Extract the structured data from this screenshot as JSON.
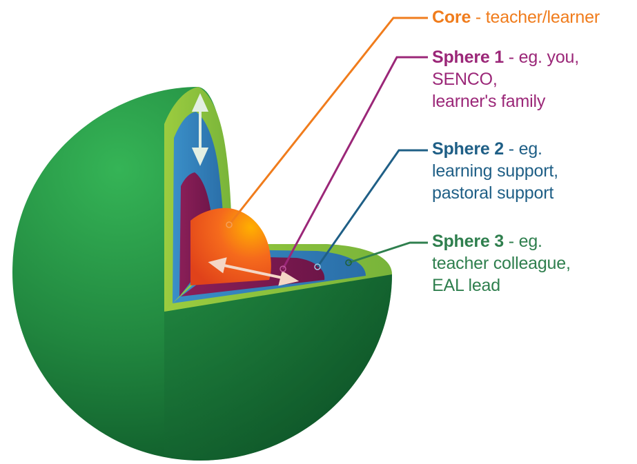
{
  "labels": {
    "core": {
      "head": "Core",
      "rest": " - teacher/learner"
    },
    "sphere1": {
      "head": "Sphere 1",
      "rest": " - eg. you,",
      "lines": [
        "SENCO,",
        "learner's family"
      ]
    },
    "sphere2": {
      "head": "Sphere 2",
      "rest": " - eg.",
      "lines": [
        "learning support,",
        "pastoral support"
      ]
    },
    "sphere3": {
      "head": "Sphere 3",
      "rest": " - eg.",
      "lines": [
        "teacher colleague,",
        "EAL lead"
      ]
    }
  },
  "colors": {
    "core": "#f07c1c",
    "sphere1": "#9b2778",
    "sphere2": "#1f5f86",
    "sphere3": "#2f7f4e",
    "outer_green": "#2a9a4f",
    "lime": "#8cc63f",
    "blue": "#2f7fb8"
  }
}
